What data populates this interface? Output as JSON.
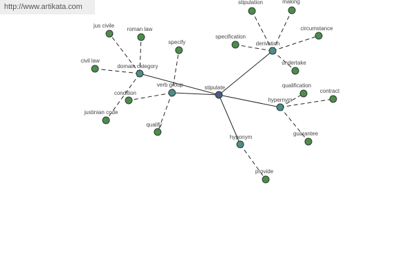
{
  "source_url": "http://www.artikata.com",
  "colors": {
    "center": "#4a5a8a",
    "relation": "#4e8c8c",
    "leaf": "#4e8c4e",
    "edge": "#222222"
  },
  "graph": {
    "nodes": [
      {
        "id": "stipulate",
        "label": "stipulate",
        "kind": "center"
      },
      {
        "id": "derivation",
        "label": "derivation",
        "kind": "relation"
      },
      {
        "id": "domain_category",
        "label": "domain category",
        "kind": "relation"
      },
      {
        "id": "verb_group",
        "label": "verb group",
        "kind": "relation"
      },
      {
        "id": "hypernym",
        "label": "hypernym",
        "kind": "relation"
      },
      {
        "id": "hyponym",
        "label": "hyponym",
        "kind": "relation"
      },
      {
        "id": "stipulation",
        "label": "stipulation",
        "kind": "leaf"
      },
      {
        "id": "making",
        "label": "making",
        "kind": "leaf"
      },
      {
        "id": "circumstance",
        "label": "circumstance",
        "kind": "leaf"
      },
      {
        "id": "specification",
        "label": "specification",
        "kind": "leaf"
      },
      {
        "id": "undertake",
        "label": "undertake",
        "kind": "leaf"
      },
      {
        "id": "qualification",
        "label": "qualification",
        "kind": "leaf"
      },
      {
        "id": "contract",
        "label": "contract",
        "kind": "leaf"
      },
      {
        "id": "guarantee",
        "label": "guarantee",
        "kind": "leaf"
      },
      {
        "id": "provide",
        "label": "provide",
        "kind": "leaf"
      },
      {
        "id": "jus_civile",
        "label": "jus civile",
        "kind": "leaf"
      },
      {
        "id": "roman_law",
        "label": "roman law",
        "kind": "leaf"
      },
      {
        "id": "civil_law",
        "label": "civil law",
        "kind": "leaf"
      },
      {
        "id": "justinian_code",
        "label": "justinian code",
        "kind": "leaf"
      },
      {
        "id": "condition",
        "label": "condition",
        "kind": "leaf"
      },
      {
        "id": "specify",
        "label": "specify",
        "kind": "leaf"
      },
      {
        "id": "qualify",
        "label": "qualify",
        "kind": "leaf"
      }
    ],
    "edges": [
      {
        "from": "stipulate",
        "to": "derivation",
        "style": "solid"
      },
      {
        "from": "stipulate",
        "to": "domain_category",
        "style": "solid"
      },
      {
        "from": "stipulate",
        "to": "verb_group",
        "style": "solid"
      },
      {
        "from": "stipulate",
        "to": "hypernym",
        "style": "solid"
      },
      {
        "from": "stipulate",
        "to": "hyponym",
        "style": "solid"
      },
      {
        "from": "derivation",
        "to": "stipulation",
        "style": "dashed"
      },
      {
        "from": "derivation",
        "to": "making",
        "style": "dashed"
      },
      {
        "from": "derivation",
        "to": "circumstance",
        "style": "dashed"
      },
      {
        "from": "derivation",
        "to": "specification",
        "style": "dashed"
      },
      {
        "from": "derivation",
        "to": "undertake",
        "style": "dashed"
      },
      {
        "from": "domain_category",
        "to": "jus_civile",
        "style": "dashed"
      },
      {
        "from": "domain_category",
        "to": "roman_law",
        "style": "dashed"
      },
      {
        "from": "domain_category",
        "to": "civil_law",
        "style": "dashed"
      },
      {
        "from": "domain_category",
        "to": "justinian_code",
        "style": "dashed"
      },
      {
        "from": "verb_group",
        "to": "specify",
        "style": "dashed"
      },
      {
        "from": "verb_group",
        "to": "condition",
        "style": "dashed"
      },
      {
        "from": "verb_group",
        "to": "qualify",
        "style": "dashed"
      },
      {
        "from": "hypernym",
        "to": "qualification",
        "style": "dashed"
      },
      {
        "from": "hypernym",
        "to": "contract",
        "style": "dashed"
      },
      {
        "from": "hypernym",
        "to": "guarantee",
        "style": "dashed"
      },
      {
        "from": "hyponym",
        "to": "provide",
        "style": "dashed"
      }
    ]
  }
}
